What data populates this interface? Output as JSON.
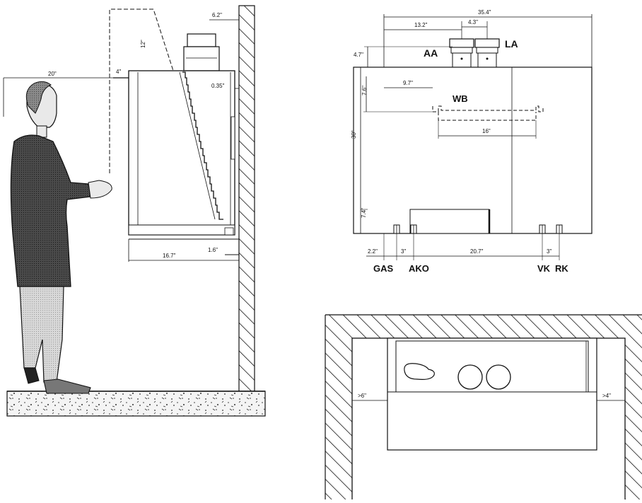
{
  "side_view": {
    "dims": {
      "d_20": "20\"",
      "d_4": "4\"",
      "d_6_2": "6.2\"",
      "d_0_35": "0.35\"",
      "d_16_7": "16.7\"",
      "d_1_6": "1.6\"",
      "d_vert": "12\""
    }
  },
  "front_view": {
    "dims": {
      "d_35_4": "35.4\"",
      "d_13_2": "13.2\"",
      "d_4_3": "4.3\"",
      "d_4_7": "4.7\"",
      "d_9_7": "9.7\"",
      "d_7_6": "7.6\"",
      "d_16": "16\"",
      "d_height": "30\"",
      "d_7_4": "7.4\"",
      "d_2_2": "2.2\"",
      "d_3a": "3\"",
      "d_20_7": "20.7\"",
      "d_3b": "3\""
    },
    "labels": {
      "aa": "AA",
      "la": "LA",
      "wb": "WB",
      "gas": "GAS",
      "ako": "AKO",
      "vk": "VK",
      "rk": "RK"
    }
  },
  "top_view": {
    "dims": {
      "left_clearance": ">6\"",
      "right_clearance": ">4\""
    }
  }
}
